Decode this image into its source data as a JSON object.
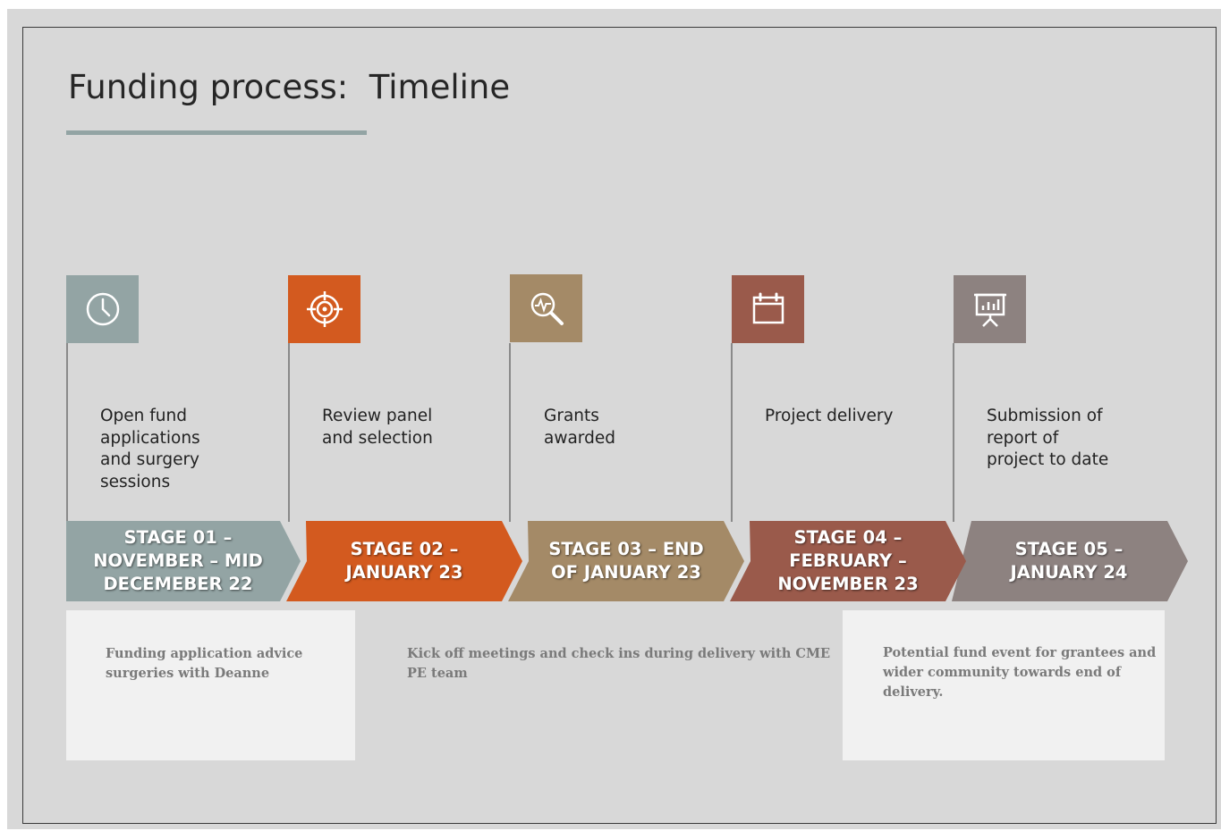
{
  "title": "Funding process:  Timeline",
  "colors": {
    "background": "#d8d8d8",
    "title_rule": "#93a4a4",
    "stage_01": "#93a4a4",
    "stage_02": "#d35a1f",
    "stage_03": "#a48a67",
    "stage_04": "#9a5a4b",
    "stage_05": "#8d8280",
    "note_box": "#f1f1f1"
  },
  "stages": [
    {
      "icon": "clock-icon",
      "description": "Open fund\napplications\nand surgery\nsessions",
      "label": "STAGE 01 –\nNOVEMBER – MID\nDECEMEBER 22"
    },
    {
      "icon": "target-icon",
      "description": "Review panel\nand selection",
      "label": "STAGE 02 –\nJANUARY 23"
    },
    {
      "icon": "magnifier-pulse-icon",
      "description": "Grants\nawarded",
      "label": "STAGE 03 – END\nOF JANUARY 23"
    },
    {
      "icon": "calendar-icon",
      "description": "Project delivery",
      "label": "STAGE 04 –\nFEBRUARY –\nNOVEMBER 23"
    },
    {
      "icon": "presentation-chart-icon",
      "description": "Submission of\nreport of\nproject to date",
      "label": "STAGE 05 –\nJANUARY 24"
    }
  ],
  "notes": [
    "Funding application advice\nsurgeries with Deanne",
    "Kick off meetings and check ins during delivery with CME\nPE team",
    "Potential fund event for grantees and\nwider community towards end of\ndelivery."
  ]
}
